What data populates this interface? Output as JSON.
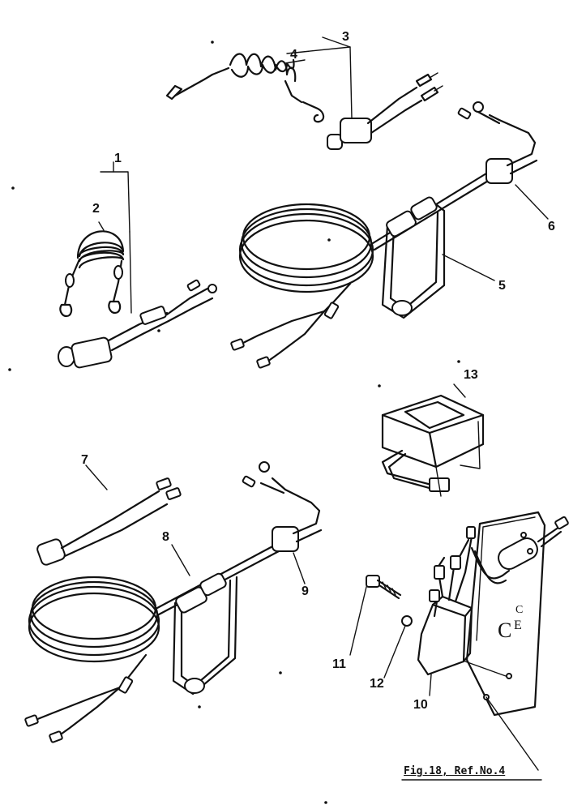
{
  "callouts": {
    "n1": "1",
    "n2": "2",
    "n3": "3",
    "n4": "4",
    "n5": "5",
    "n6": "6",
    "n7": "7",
    "n8": "8",
    "n9": "9",
    "n10": "10",
    "n11": "11",
    "n12": "12",
    "n13": "13"
  },
  "caption": "Fig.18, Ref.No.4"
}
